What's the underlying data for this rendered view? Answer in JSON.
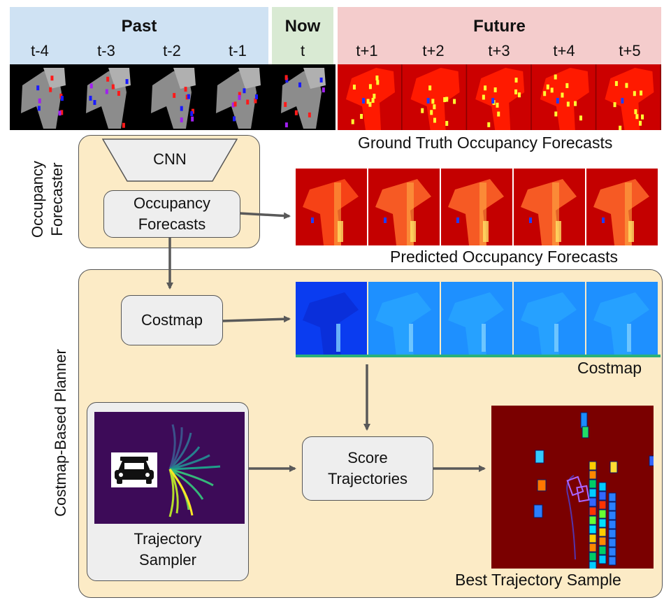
{
  "timeline": {
    "past": {
      "label": "Past",
      "ticks": [
        "t-4",
        "t-3",
        "t-2",
        "t-1"
      ],
      "color": "#cfe2f3"
    },
    "now": {
      "label": "Now",
      "ticks": [
        "t"
      ],
      "color": "#d9ead3"
    },
    "future": {
      "label": "Future",
      "ticks": [
        "t+1",
        "t+2",
        "t+3",
        "t+4",
        "t+5"
      ],
      "color": "#f4cccc"
    }
  },
  "captions": {
    "ground_truth": "Ground Truth Occupancy Forecasts",
    "predicted": "Predicted Occupancy Forecasts",
    "costmap": "Costmap",
    "best_trajectory": "Best Trajectory Sample"
  },
  "occupancy_forecaster": {
    "label_line1": "Occupancy",
    "label_line2": "Forecaster",
    "cnn": "CNN",
    "forecasts_line1": "Occupancy",
    "forecasts_line2": "Forecasts"
  },
  "planner": {
    "label": "Costmap-Based Planner",
    "costmap": "Costmap",
    "score_line1": "Score",
    "score_line2": "Trajectories",
    "sampler_line1": "Trajectory",
    "sampler_line2": "Sampler"
  },
  "colors": {
    "panel_fill": "#fcebc6",
    "box_fill": "#eeeeee",
    "arrow": "#595959",
    "sampler_bg": "#3d0b58",
    "map_red": "#7a0000"
  }
}
